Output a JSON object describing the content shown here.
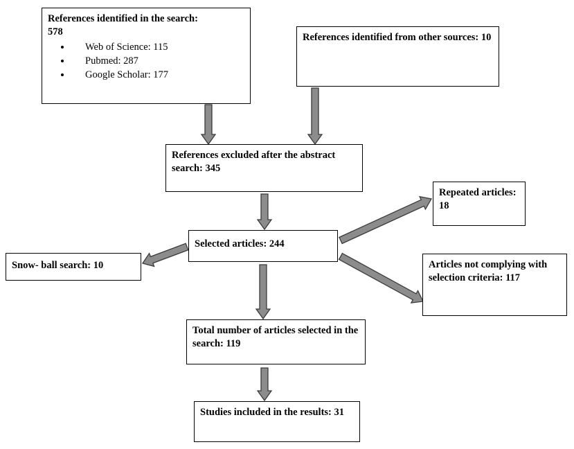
{
  "nodes": {
    "search": {
      "title": "References identified in the search:",
      "total": "578",
      "sources": [
        "Web of Science: 115",
        "Pubmed: 287",
        "Google Scholar: 177"
      ]
    },
    "other_sources": {
      "text": "References identified from other sources: 10"
    },
    "excluded_abstract": {
      "text": "References excluded after the abstract search: 345"
    },
    "selected": {
      "text": "Selected articles: 244"
    },
    "repeated": {
      "text": "Repeated articles: 18"
    },
    "snowball": {
      "text": "Snow- ball search: 10"
    },
    "not_complying": {
      "text": "Articles not complying with selection criteria: 117"
    },
    "total_selected": {
      "text": "Total number of articles selected in the search: 119"
    },
    "included": {
      "text": "Studies included in the results: 31"
    }
  },
  "colors": {
    "arrow_fill": "#8c8c8c",
    "arrow_stroke": "#3a3a3a",
    "box_border": "#000000"
  }
}
